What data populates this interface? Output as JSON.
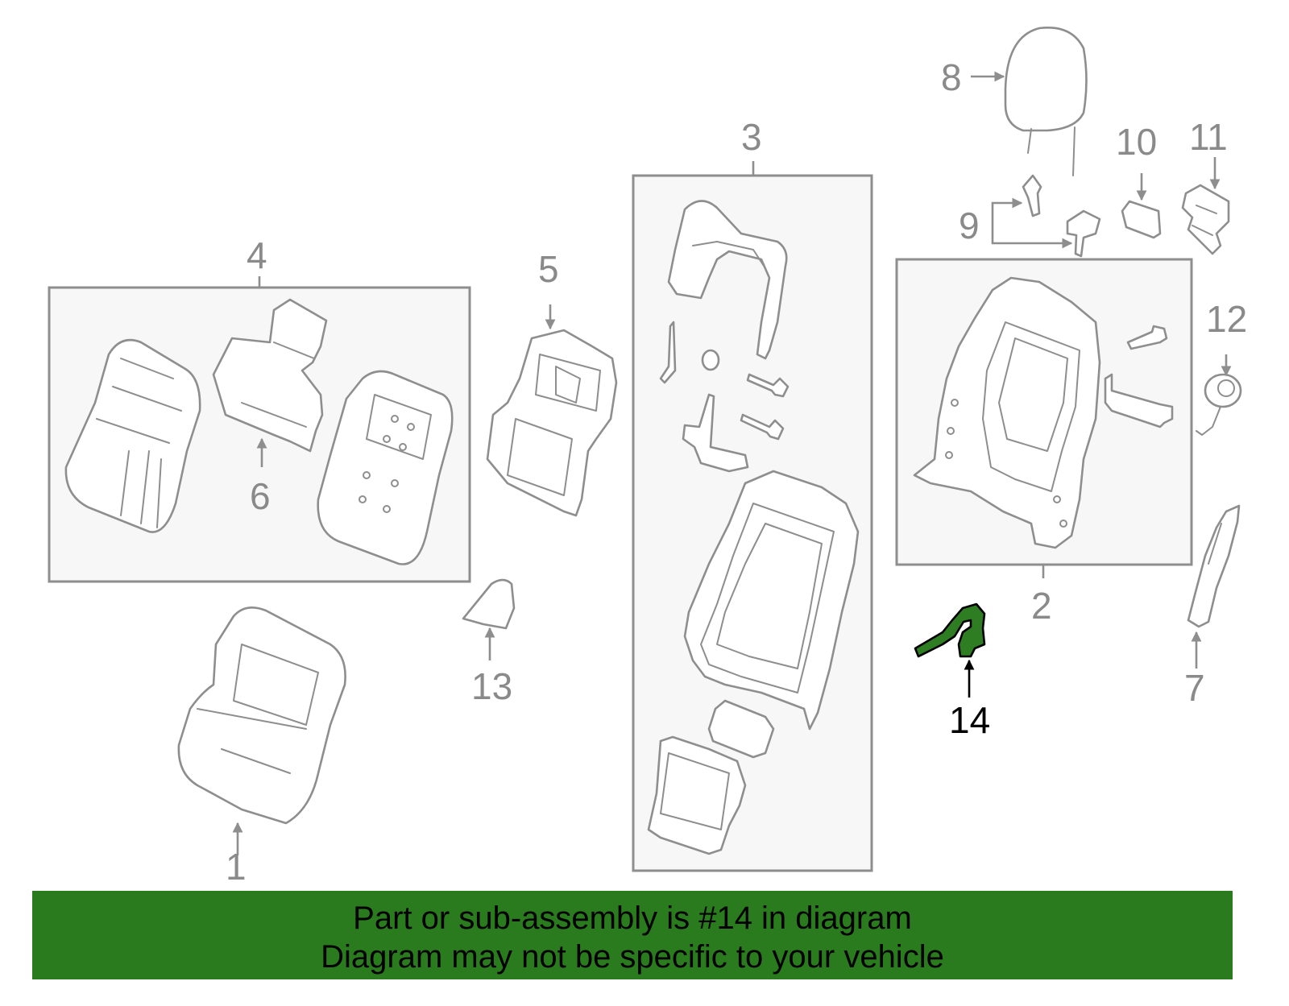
{
  "colors": {
    "banner_background": "#2a7a1e",
    "highlight_part": "#2e7d23",
    "line_art": "#8e8e8e"
  },
  "callouts": {
    "c1": "1",
    "c2": "2",
    "c3": "3",
    "c4": "4",
    "c5": "5",
    "c6": "6",
    "c7": "7",
    "c8": "8",
    "c9": "9",
    "c10": "10",
    "c11": "11",
    "c12": "12",
    "c13": "13",
    "c14": "14"
  },
  "highlighted_callout": "14",
  "banner": {
    "line1": "Part or sub-assembly is #14 in diagram",
    "line2": "Diagram may not be specific to your vehicle"
  }
}
